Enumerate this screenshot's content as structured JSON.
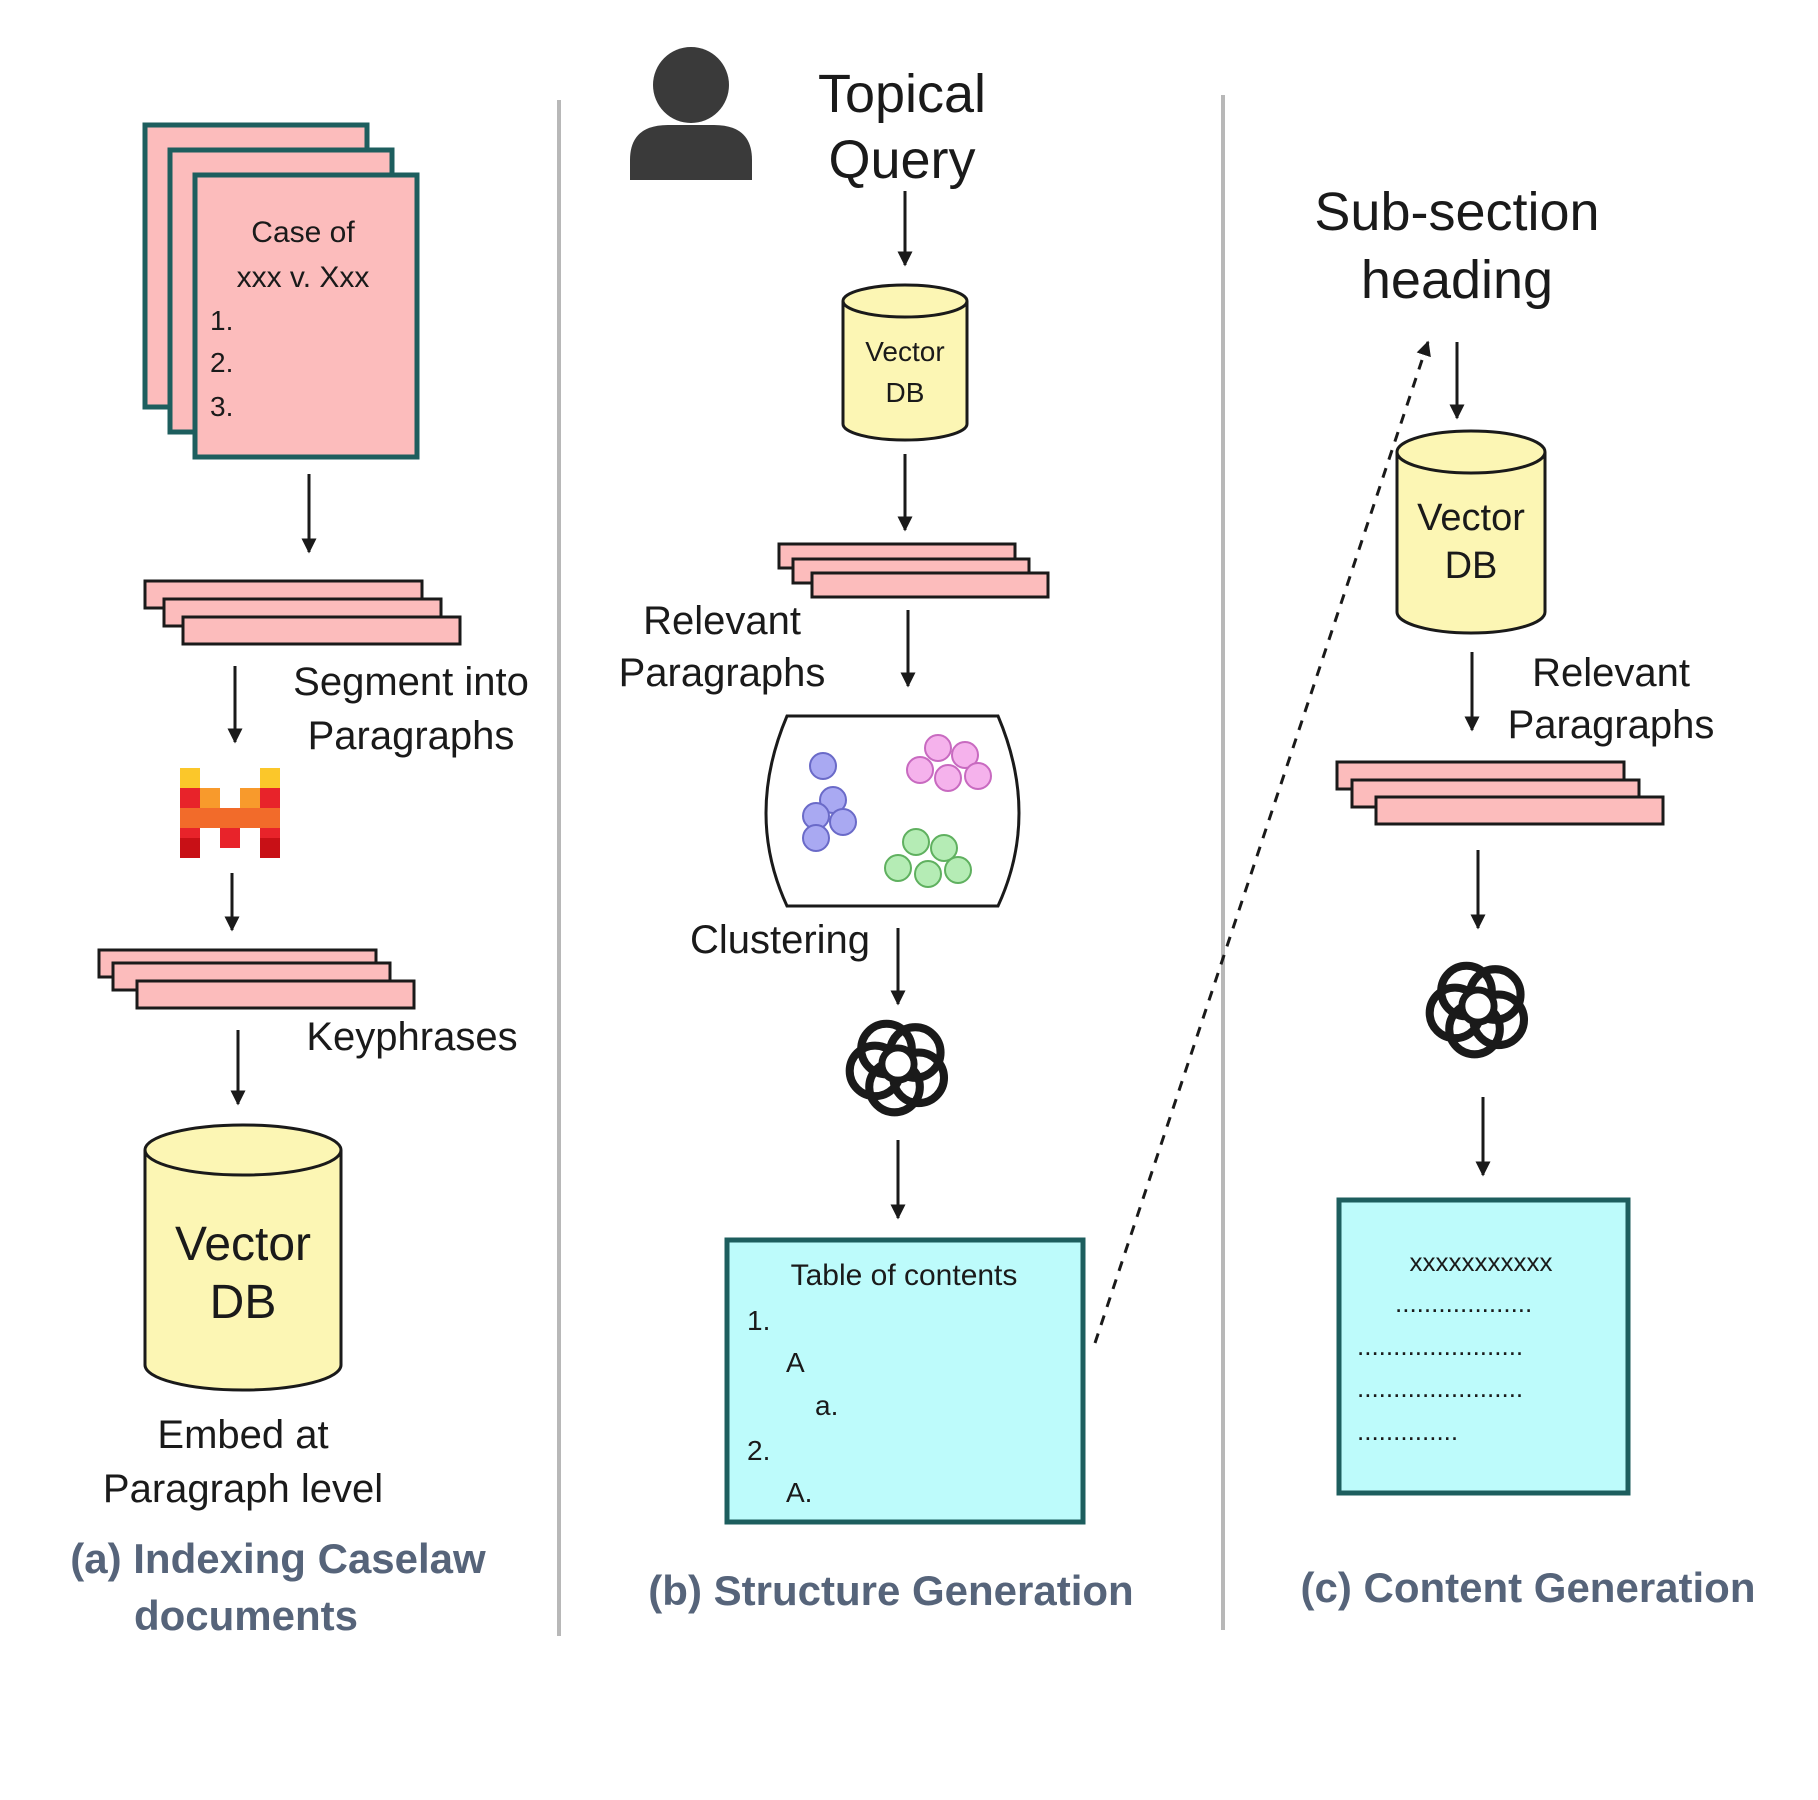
{
  "colors": {
    "doc_fill": "#fcbcbc",
    "doc_stroke": "#1d5e5e",
    "strip_fill": "#fcbcbc",
    "strip_stroke": "#1a1a1a",
    "db_fill": "#fcf6b4",
    "toc_fill": "#bdfbfb",
    "caption": "#56647a",
    "divider": "#b8b8b8",
    "dot_blue": "#a9a9f2",
    "dot_pink": "#f5b2ec",
    "dot_green": "#b5ecb5"
  },
  "panel_a": {
    "doc": {
      "line1": "Case of",
      "line2": "xxx v. Xxx",
      "item1": "1.",
      "item2": "2.",
      "item3": "3."
    },
    "segment_label_1": "Segment into",
    "segment_label_2": "Paragraphs",
    "model_icon": "mistral-logo-icon",
    "keyphrases_label": "Keyphrases",
    "db_line1": "Vector",
    "db_line2": "DB",
    "embed_label_1": "Embed at",
    "embed_label_2": "Paragraph level",
    "caption_1": "(a) Indexing Caselaw",
    "caption_2": "documents"
  },
  "panel_b": {
    "user_icon": "person-icon",
    "query_1": "Topical",
    "query_2": "Query",
    "db_line1": "Vector",
    "db_line2": "DB",
    "relevant_1": "Relevant",
    "relevant_2": "Paragraphs",
    "clustering_label": "Clustering",
    "llm_icon": "openai-logo-icon",
    "toc": {
      "title": "Table of contents",
      "l1": "1.",
      "l2": "A",
      "l3": "a.",
      "l4": "2.",
      "l5": "A."
    },
    "caption": "(b) Structure Generation"
  },
  "panel_c": {
    "heading_1": "Sub-section",
    "heading_2": "heading",
    "db_line1": "Vector",
    "db_line2": "DB",
    "relevant_1": "Relevant",
    "relevant_2": "Paragraphs",
    "llm_icon": "openai-logo-icon",
    "content_title": "xxxxxxxxxxx",
    "dots_1": "...................",
    "dots_2": ".......................",
    "dots_3": ".......................",
    "dots_4": "..............",
    "caption": "(c) Content Generation"
  }
}
